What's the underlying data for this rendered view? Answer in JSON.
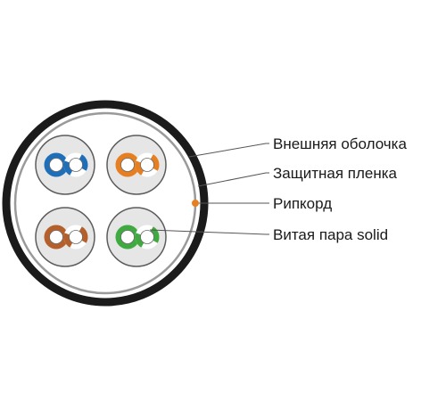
{
  "labels": {
    "outer_jacket": "Внешняя оболочка",
    "shield_film": "Защитная пленка",
    "ripcord": "Рипкорд",
    "twisted_pair": "Витая пара solid"
  },
  "colors": {
    "jacket": "#1b1b1b",
    "film": "#9a9a9a",
    "pair_fill": "#e6e6e6",
    "pair_outline": "#5c5c5c",
    "ripcord": "#e67e22",
    "blue": "#1f6fb8",
    "orange": "#e67e22",
    "brown": "#b5602b",
    "green": "#3faa3f",
    "leader_line": "#555555"
  },
  "pairs": [
    {
      "name": "blue-pair",
      "color": "blue"
    },
    {
      "name": "orange-pair",
      "color": "orange"
    },
    {
      "name": "brown-pair",
      "color": "brown"
    },
    {
      "name": "green-pair",
      "color": "green"
    }
  ]
}
